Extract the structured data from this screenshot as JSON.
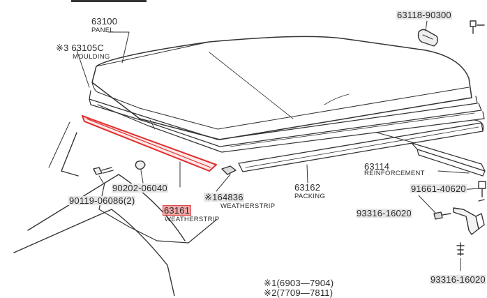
{
  "parts": [
    {
      "id": "p63100",
      "number": "63100",
      "name": "PANEL"
    },
    {
      "id": "p63105c",
      "number": "※3 63105C",
      "name": "MOULDING"
    },
    {
      "id": "p63118",
      "number": "63118-90300",
      "name": ""
    },
    {
      "id": "p63114",
      "number": "63114",
      "name": "REINFORCEMENT"
    },
    {
      "id": "p91661",
      "number": "91661-40620",
      "name": ""
    },
    {
      "id": "p63162",
      "number": "63162",
      "name": "PACKING"
    },
    {
      "id": "p164836",
      "number": "※164836",
      "name": "WEATHERSTRIP"
    },
    {
      "id": "p90202",
      "number": "90202-06040",
      "name": ""
    },
    {
      "id": "p90119",
      "number": "90119-06086(2)",
      "name": ""
    },
    {
      "id": "p63161",
      "number": "63161",
      "name": "WEATHERSTRIP"
    },
    {
      "id": "p93316a",
      "number": "93316-16020",
      "name": ""
    },
    {
      "id": "p93316b",
      "number": "93316-16020",
      "name": ""
    }
  ],
  "notes": [
    "※1(6903—7904)",
    "※2(7709—7811)"
  ],
  "highlight": {
    "part": "63161",
    "color": "#e03030"
  }
}
